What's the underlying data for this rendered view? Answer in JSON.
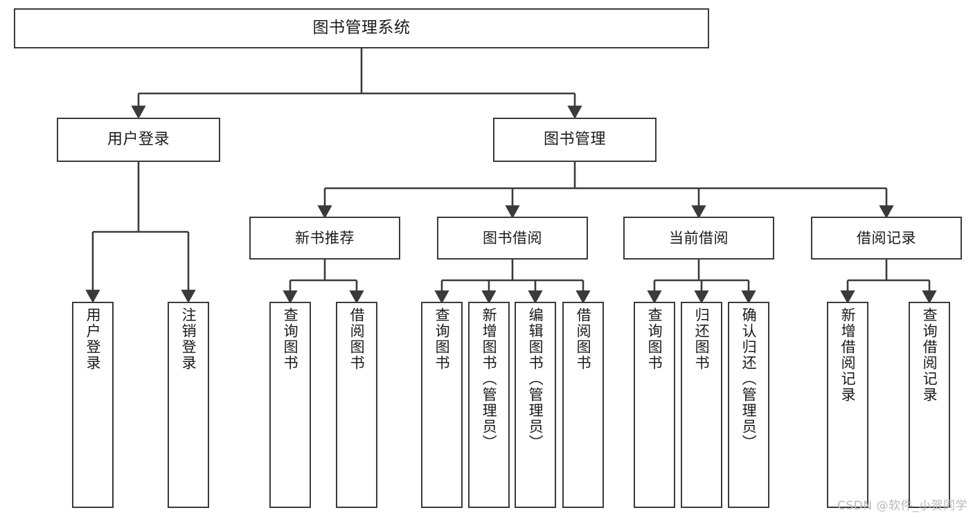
{
  "diagram": {
    "type": "tree-hierarchy-chart",
    "title": "图书管理系统",
    "watermark": "CSDN @软件_小贺同学",
    "colors": {
      "background": "#ffffff",
      "stroke": "#3a3a3a",
      "text": "#1a1a1a",
      "watermark": "#b9b9b9"
    },
    "root": {
      "label": "图书管理系统"
    },
    "level1": [
      {
        "id": "user-login",
        "label": "用户登录"
      },
      {
        "id": "book-manage",
        "label": "图书管理"
      }
    ],
    "level2": [
      {
        "id": "new-book-recommend",
        "label": "新书推荐",
        "parent": "book-manage"
      },
      {
        "id": "book-borrow",
        "label": "图书借阅",
        "parent": "book-manage"
      },
      {
        "id": "current-borrow",
        "label": "当前借阅",
        "parent": "book-manage"
      },
      {
        "id": "borrow-record",
        "label": "借阅记录",
        "parent": "book-manage"
      }
    ],
    "leaves": [
      {
        "id": "leaf-user-login",
        "label": "用户登录",
        "parent": "user-login"
      },
      {
        "id": "leaf-user-logout",
        "label": "注销登录",
        "parent": "user-login"
      },
      {
        "id": "leaf-query-book-1",
        "label": "查询图书",
        "parent": "new-book-recommend"
      },
      {
        "id": "leaf-borrow-book-1",
        "label": "借阅图书",
        "parent": "new-book-recommend"
      },
      {
        "id": "leaf-query-book-2",
        "label": "查询图书",
        "parent": "book-borrow"
      },
      {
        "id": "leaf-add-book",
        "label": "新增图书（管理员）",
        "parent": "book-borrow"
      },
      {
        "id": "leaf-edit-book",
        "label": "编辑图书（管理员）",
        "parent": "book-borrow"
      },
      {
        "id": "leaf-borrow-book-2",
        "label": "借阅图书",
        "parent": "book-borrow"
      },
      {
        "id": "leaf-query-book-3",
        "label": "查询图书",
        "parent": "current-borrow"
      },
      {
        "id": "leaf-return-book",
        "label": "归还图书",
        "parent": "current-borrow"
      },
      {
        "id": "leaf-confirm-return",
        "label": "确认归还（管理员）",
        "parent": "current-borrow"
      },
      {
        "id": "leaf-add-record",
        "label": "新增借阅记录",
        "parent": "borrow-record"
      },
      {
        "id": "leaf-query-record",
        "label": "查询借阅记录",
        "parent": "borrow-record"
      }
    ]
  }
}
